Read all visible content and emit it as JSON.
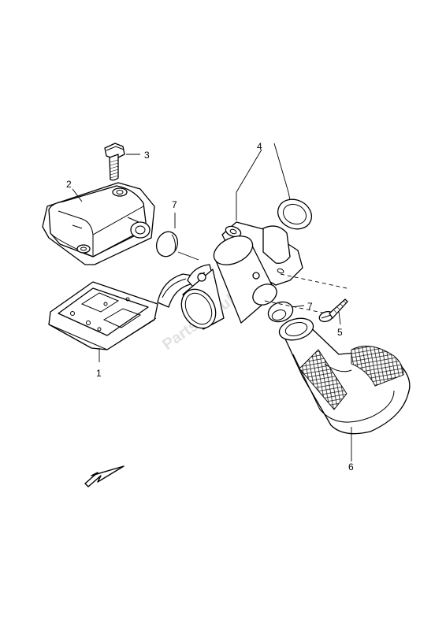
{
  "callouts": {
    "c1": "1",
    "c2": "2",
    "c3": "3",
    "c4": "4",
    "c5": "5",
    "c6": "6",
    "c7a": "7",
    "c7b": "7"
  },
  "watermark": "PartsRepublik",
  "colors": {
    "line": "#000000",
    "background": "#ffffff",
    "watermark": "#c8c8c8"
  },
  "icons": {
    "direction_arrow": "front-direction-arrow-icon"
  }
}
